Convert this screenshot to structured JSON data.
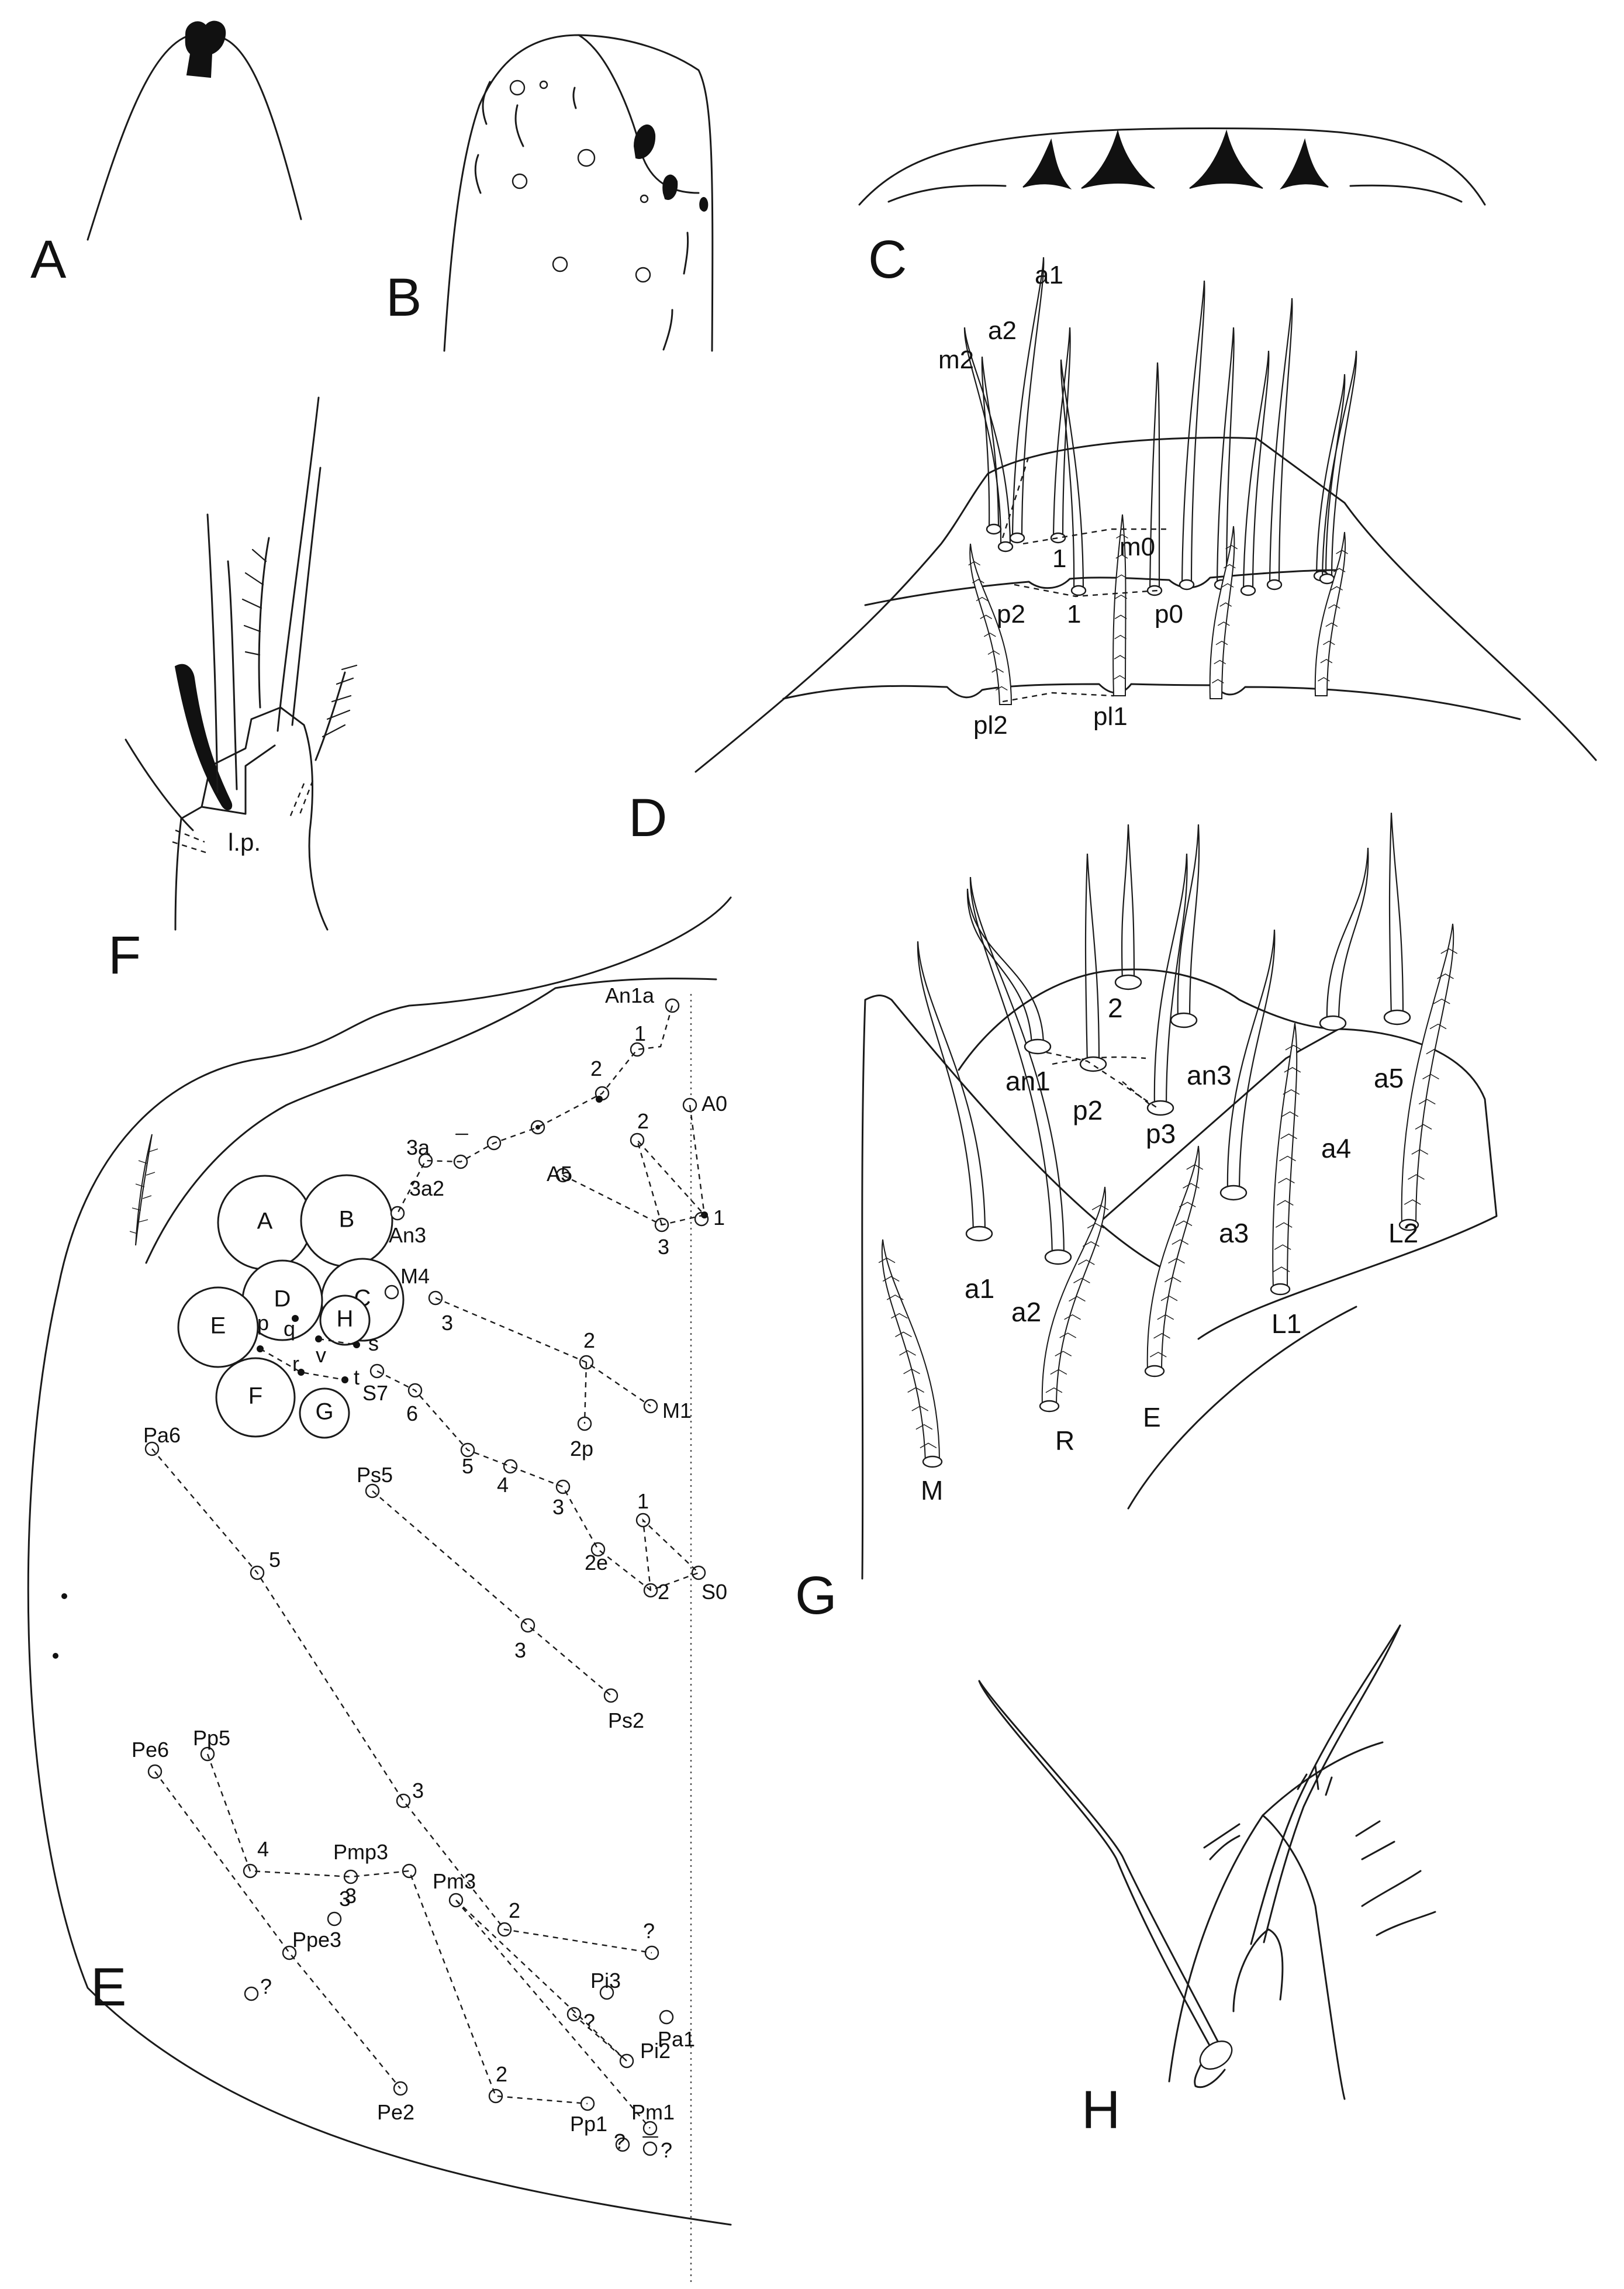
{
  "panels": {
    "A": {
      "letter": "A"
    },
    "B": {
      "letter": "B"
    },
    "C": {
      "letter": "C"
    },
    "D": {
      "letter": "D",
      "chaeta_labels": [
        "a1",
        "a2",
        "m2",
        "1",
        "m0",
        "p2",
        "1",
        "p0",
        "pl2",
        "pl1"
      ]
    },
    "E": {
      "letter": "E",
      "eye_labels": [
        "A",
        "B",
        "C",
        "D",
        "E",
        "F",
        "G",
        "H"
      ],
      "interocular_labels": [
        "p",
        "q",
        "r",
        "v",
        "s",
        "t"
      ],
      "chaeta_labels": [
        "An1a",
        "1",
        "2",
        "A0",
        "3a",
        "3a2",
        "An3",
        "2",
        "A5",
        "3",
        "1",
        "M4",
        "3",
        "2",
        "M1",
        "2p",
        "S7",
        "6",
        "5",
        "4",
        "3",
        "1",
        "2e",
        "2",
        "S0",
        "Ps5",
        "3",
        "Ps2",
        "Pa6",
        "5",
        "3",
        "Pe6",
        "Pp5",
        "4",
        "Pmp3",
        "3",
        "Pm3",
        "2",
        "?",
        "Ppe3",
        "3",
        "?",
        "Pi3",
        "?",
        "Pa1",
        "Pi2",
        "Pe2",
        "2",
        "Pp1",
        "Pm1",
        "?",
        "?"
      ]
    },
    "F": {
      "letter": "F",
      "process_label": "l.p."
    },
    "G": {
      "letter": "G",
      "chaeta_labels": [
        "2",
        "an1",
        "p2",
        "p3",
        "an3",
        "a5",
        "a4",
        "a1",
        "a2",
        "a3",
        "L1",
        "L2",
        "R",
        "E",
        "M"
      ]
    },
    "H": {
      "letter": "H"
    }
  }
}
